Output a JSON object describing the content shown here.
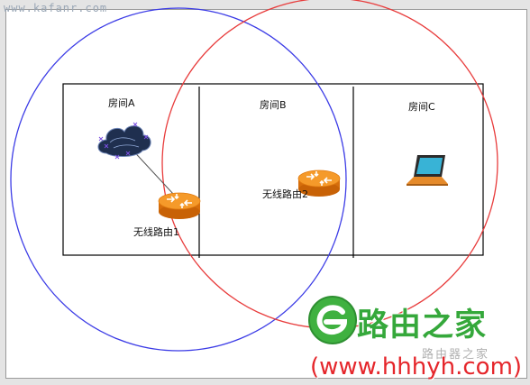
{
  "watermark": {
    "top_text": "www.kafanr.com"
  },
  "rooms": [
    {
      "label": "房间A"
    },
    {
      "label": "房间B"
    },
    {
      "label": "房间C"
    }
  ],
  "routers": [
    {
      "label": "无线路由1"
    },
    {
      "label": "无线路由2"
    }
  ],
  "brand": {
    "name": "路由之家",
    "sub": "路由器之家",
    "url": "(www.hhhyh.com)"
  },
  "colors": {
    "coverage_router1": "#3b3be6",
    "coverage_router2": "#e83c3c",
    "router": "#f08a1c",
    "brand_green": "#35a83b",
    "brand_red": "#e5262b"
  },
  "icons": [
    "cloud-icon",
    "router-icon",
    "laptop-icon",
    "brand-logo-icon"
  ]
}
